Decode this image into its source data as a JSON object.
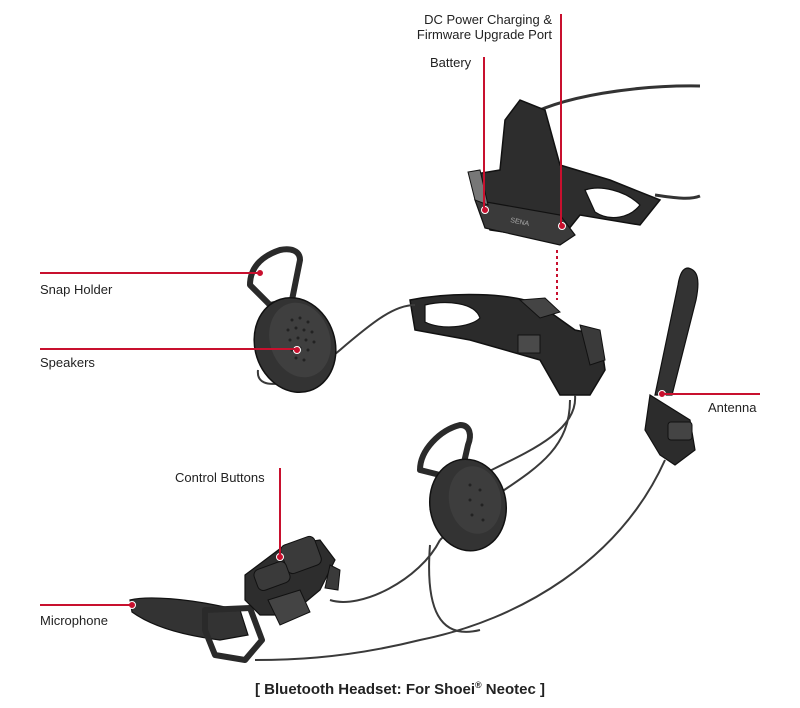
{
  "labels": {
    "dc_port_line1": "DC Power Charging &",
    "dc_port_line2": "Firmware Upgrade Port",
    "battery": "Battery",
    "snap_holder": "Snap Holder",
    "speakers": "Speakers",
    "antenna": "Antenna",
    "control_buttons": "Control Buttons",
    "microphone": "Microphone"
  },
  "caption": {
    "open": "[ ",
    "text": "Bluetooth Headset: For Shoei",
    "registered": "®",
    "model": " Neotec",
    "close": " ]"
  },
  "colors": {
    "callout": "#c8102e",
    "device": "#2a2a2a",
    "device_light": "#555555",
    "cable": "#3a3a3a"
  }
}
